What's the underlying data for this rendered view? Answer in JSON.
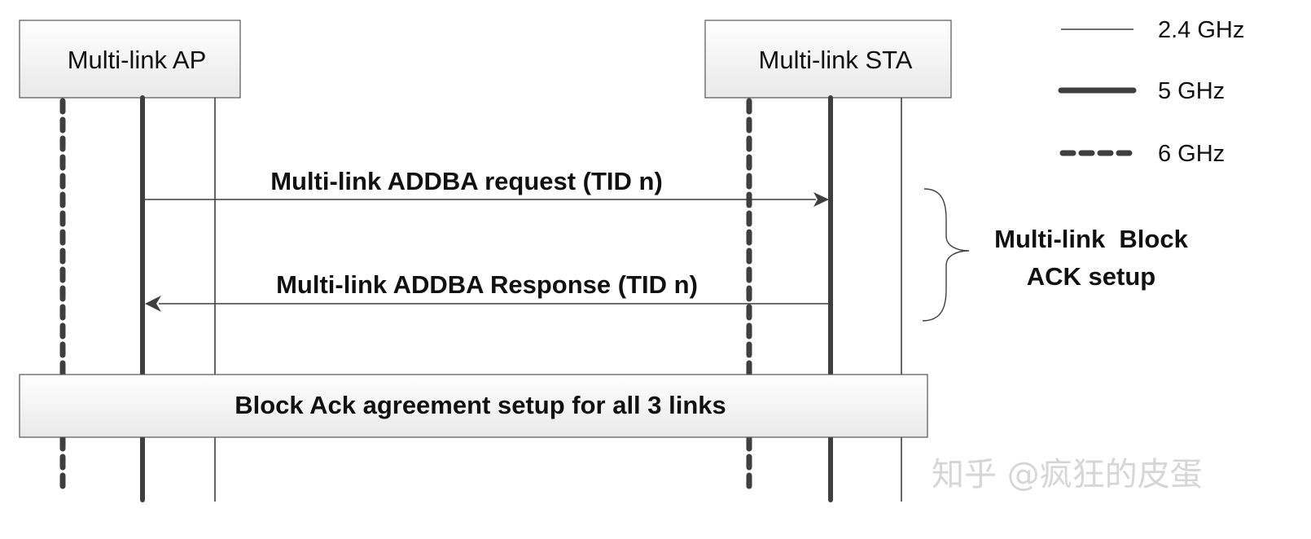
{
  "participants": {
    "ap": "Multi-link AP",
    "sta": "Multi-link STA"
  },
  "legend": [
    {
      "label": "2.4 GHz",
      "style": "thin"
    },
    {
      "label": "5 GHz",
      "style": "thick"
    },
    {
      "label": "6 GHz",
      "style": "dashed"
    }
  ],
  "messages": {
    "request": "Multi-link ADDBA request (TID n)",
    "response": "Multi-link ADDBA Response (TID n)"
  },
  "brace_label": {
    "line1": "Multi-link  Block",
    "line2": "ACK setup"
  },
  "agreement_box": "Block Ack agreement setup for all 3 links",
  "watermark": "知乎 @疯狂的皮蛋",
  "colors": {
    "line": "#3f3f3f",
    "box_border": "#555555",
    "box_fill_top": "#ffffff",
    "box_fill_bottom": "#e9e9e9",
    "text": "#111111"
  }
}
